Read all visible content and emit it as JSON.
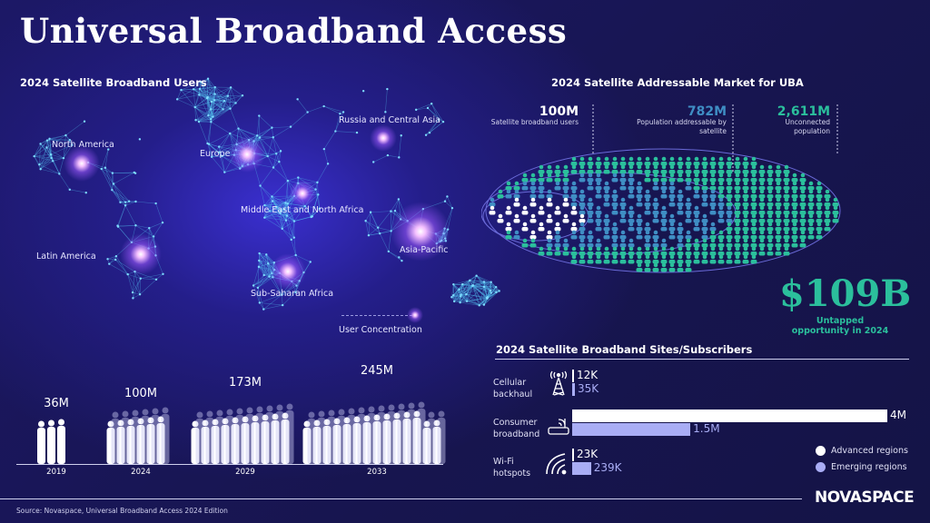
{
  "title": "Universal Broadband Access",
  "map": {
    "heading": "2024 Satellite Broadband Users",
    "regions": [
      "North America",
      "Europe",
      "Russia and Central Asia",
      "Middle East and North Africa",
      "Latin America",
      "Asia-Pacific",
      "Sub-Saharan Africa"
    ],
    "legend": "User Concentration"
  },
  "market": {
    "heading": "2024 Satellite Addressable Market for UBA",
    "stats": [
      {
        "value": "100M",
        "label": "Satellite broadband users",
        "color": "#ffffff"
      },
      {
        "value": "782M",
        "label": "Population addressable by satellite",
        "color": "#3f8ec4"
      },
      {
        "value": "2,611M",
        "label": "Unconnected population",
        "color": "#2bbf9c"
      }
    ],
    "opportunity": {
      "value": "$109B",
      "label": "Untapped opportunity in 2024"
    }
  },
  "chart_data": [
    {
      "type": "bar",
      "title": "Satellite broadband users",
      "categories": [
        "2019",
        "2024",
        "2029",
        "2033"
      ],
      "values_label": [
        "36M",
        "100M",
        "173M",
        "245M"
      ],
      "values": [
        36,
        100,
        173,
        245
      ],
      "unit": "M"
    },
    {
      "type": "bar",
      "title": "2024 Satellite Broadband Sites/Subscribers",
      "categories": [
        "Cellular backhaul",
        "Consumer broadband",
        "Wi-Fi hotspots"
      ],
      "series": [
        {
          "name": "Advanced regions",
          "color": "#ffffff",
          "values": [
            12000,
            4000000,
            23000
          ],
          "labels": [
            "12K",
            "4M",
            "23K"
          ]
        },
        {
          "name": "Emerging regions",
          "color": "#a9adf5",
          "values": [
            35000,
            1500000,
            239000
          ],
          "labels": [
            "35K",
            "1.5M",
            "239K"
          ]
        }
      ],
      "xlim": [
        0,
        4000000
      ]
    }
  ],
  "source": "Source: Novaspace, Universal Broadband Access 2024 Edition",
  "brand": "NOVASPACE"
}
